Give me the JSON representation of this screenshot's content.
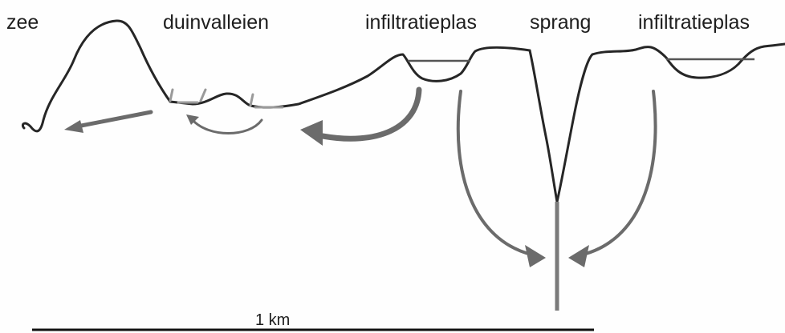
{
  "labels": {
    "sea": "zee",
    "dune_valleys": "duinvalleien",
    "infiltration_pond_left": "infiltratieplas",
    "canal": "sprang",
    "infiltration_pond_right": "infiltratieplas"
  },
  "scale_bar": {
    "label": "1 km"
  },
  "colors": {
    "profile_line": "#262626",
    "flow_arrow": "#6b6b6b",
    "water_level": "#555555",
    "drain_marker": "#9a9a9a"
  }
}
